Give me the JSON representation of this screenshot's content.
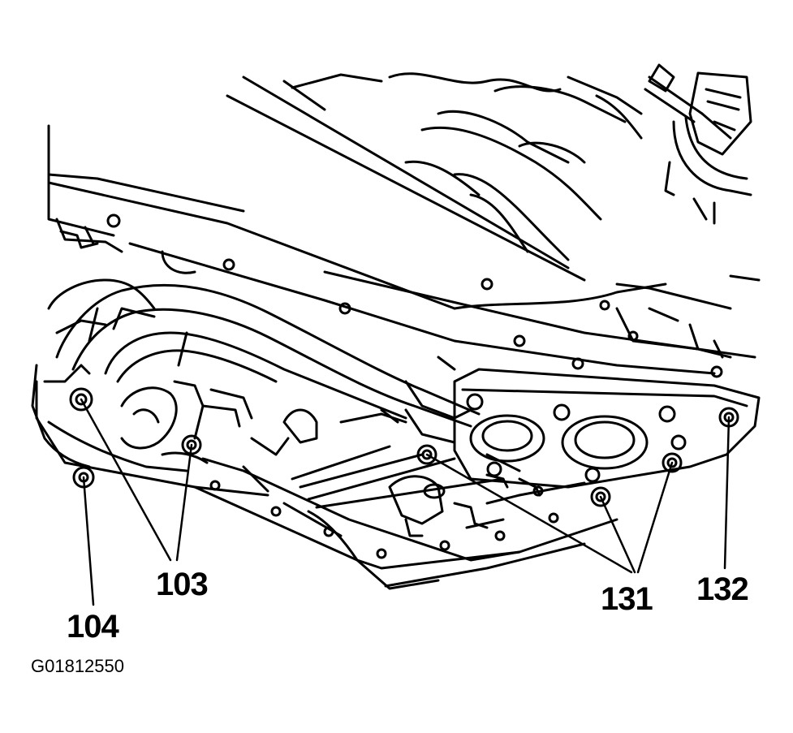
{
  "callouts": {
    "bracket_bolt": "104",
    "housing_bolts": "103",
    "cover_bolts": "131",
    "valve_body_cover": "132"
  },
  "figure_id": "G01812550",
  "colors": {
    "line": "#000000",
    "background": "#ffffff"
  }
}
